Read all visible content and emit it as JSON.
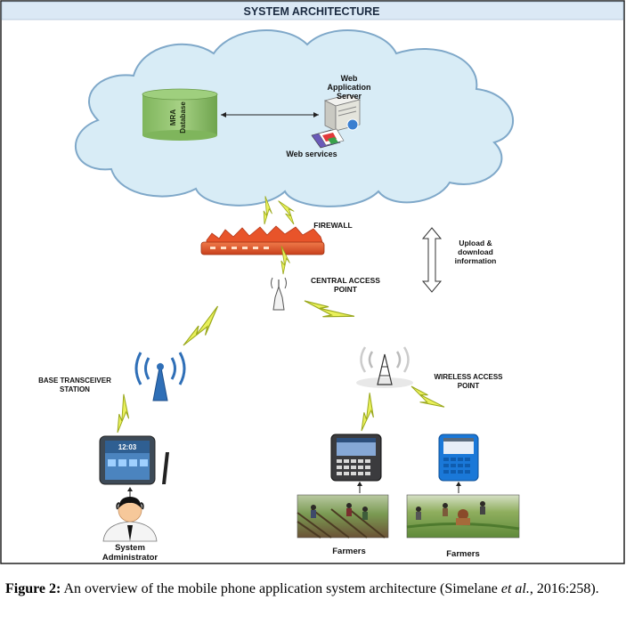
{
  "diagram": {
    "title": "SYSTEM ARCHITECTURE",
    "database_label_1": "MRA",
    "database_label_2": "Database",
    "web_server_label_1": "Web",
    "web_server_label_2": "Application",
    "web_server_label_3": "Server",
    "web_services_label": "Web services",
    "firewall_label": "FIREWALL",
    "upload_label_1": "Upload &",
    "upload_label_2": "download",
    "upload_label_3": "information",
    "central_ap_label_1": "CENTRAL ACCESS",
    "central_ap_label_2": "POINT",
    "bts_label_1": "BASE TRANSCEIVER",
    "bts_label_2": "STATION",
    "wireless_ap_label_1": "WIRELESS ACCESS",
    "wireless_ap_label_2": "POINT",
    "phone_time": "12:03",
    "admin_label_1": "System",
    "admin_label_2": "Administrator",
    "farmers_label_1": "Farmers",
    "farmers_label_2": "Farmers"
  },
  "caption": {
    "figure_label": "Figure 2:",
    "text_1": " An overview of the mobile phone application system architecture (Simelane ",
    "text_italic": "et al.",
    "text_2": ", 2016:258)."
  },
  "colors": {
    "cloud_fill": "#d8ecf6",
    "cloud_stroke": "#7fa8c9",
    "database_green": "#8ec06c",
    "firewall_orange": "#e8542a",
    "lightning_yellow": "#e8ef5a",
    "tower_blue": "#2f6fb7",
    "title_bar": "#dbe9f5"
  }
}
